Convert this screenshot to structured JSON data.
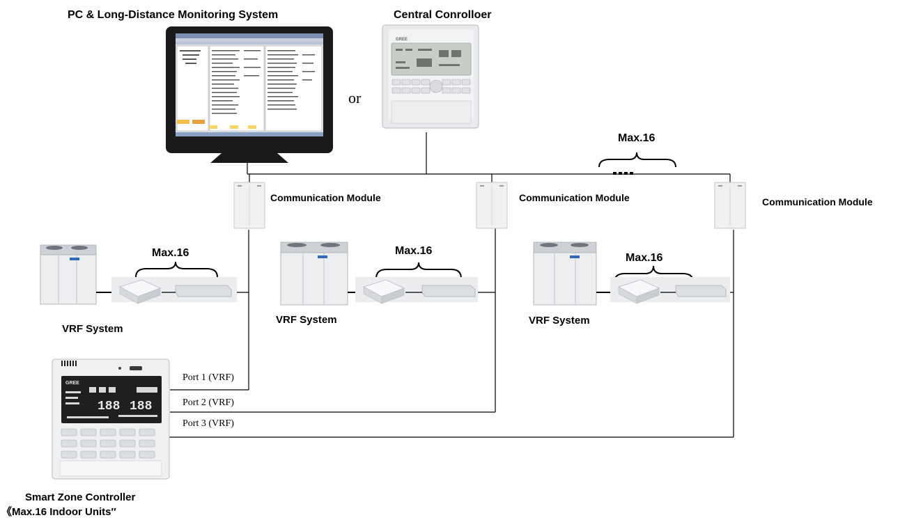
{
  "title_pc": "PC & Long-Distance Monitoring System",
  "title_central": "Central Conrolloer",
  "or_text": "or",
  "max_top": "Max.16",
  "comm_module_label": "Communication Module",
  "vrf_label": "VRF System",
  "max_indoor": "Max.16",
  "ports": [
    "Port 1 (VRF)",
    "Port 2 (VRF)",
    "Port 3 (VRF)"
  ],
  "smart_zone_line1": "Smart Zone Controller",
  "smart_zone_line2": "《Max.16 Indoor Units″",
  "brand_text": "GREE",
  "monitor_screen_text": "188"
}
